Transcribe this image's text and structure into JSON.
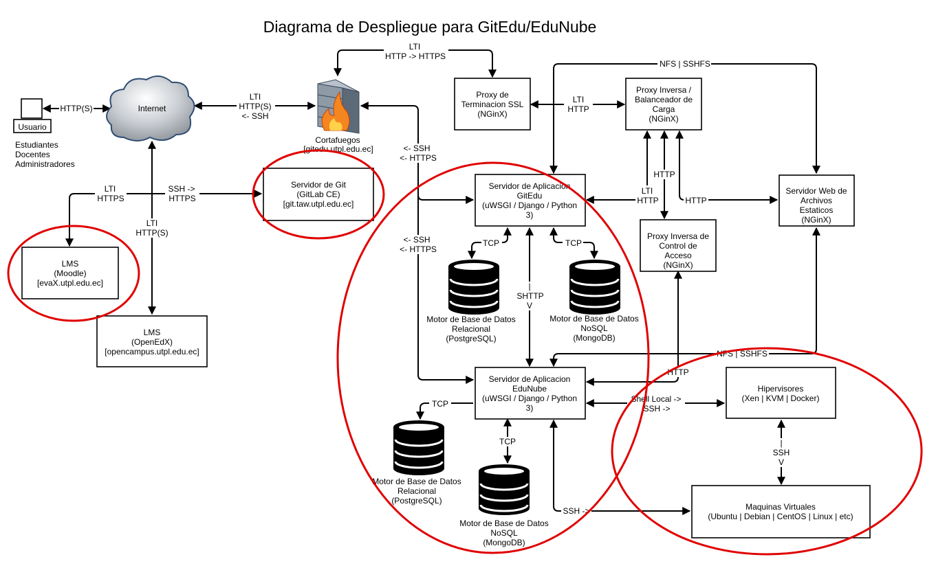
{
  "title": "Diagrama de Despliegue para GitEdu/EduNube",
  "nodes": {
    "usuario": {
      "label": "Usuario",
      "roles": [
        "Estudiantes",
        "Docentes",
        "Administradores"
      ]
    },
    "internet": {
      "label": "Internet"
    },
    "cortafuegos": {
      "lines": [
        "Cortafuegos",
        "[gitedu.utpl.edu.ec]"
      ]
    },
    "proxy_ssl": {
      "lines": [
        "Proxy de",
        "Terminacion SSL",
        "(NGinX)"
      ]
    },
    "proxy_balanceador": {
      "lines": [
        "Proxy Inversa /",
        "Balanceador de",
        "Carga",
        "(NGinX)"
      ]
    },
    "servidor_git": {
      "lines": [
        "Servidor de Git",
        "(GitLab CE)",
        "[git.taw.utpl.edu.ec]"
      ]
    },
    "lms_moodle": {
      "lines": [
        "LMS",
        "(Moodle)",
        "[evaX.utpl.edu.ec]"
      ]
    },
    "lms_openedx": {
      "lines": [
        "LMS",
        "(OpenEdX)",
        "[opencampus.utpl.edu.ec]"
      ]
    },
    "app_gitedu": {
      "lines": [
        "Servidor de Aplicacion",
        "GitEdu",
        "(uWSGI / Django / Python",
        "3)"
      ]
    },
    "app_edunube": {
      "lines": [
        "Servidor de Aplicacion",
        "EduNube",
        "(uWSGI / Django / Python",
        "3)"
      ]
    },
    "web_estaticos": {
      "lines": [
        "Servidor Web de",
        "Archivos",
        "Estaticos",
        "(NGinX)"
      ]
    },
    "proxy_acceso": {
      "lines": [
        "Proxy Inversa de",
        "Control de",
        "Acceso",
        "(NGinX)"
      ]
    },
    "hipervisores": {
      "lines": [
        "Hipervisores",
        "(Xen | KVM | Docker)"
      ]
    },
    "maquinas_virtuales": {
      "lines": [
        "Maquinas Virtuales",
        "(Ubuntu | Debian | CentOS | Linux | etc)"
      ]
    },
    "db_rel_gitedu": {
      "lines": [
        "Motor de Base de Datos",
        "Relacional",
        "(PostgreSQL)"
      ]
    },
    "db_nosql_gitedu": {
      "lines": [
        "Motor de Base de Datos",
        "NoSQL",
        "(MongoDB)"
      ]
    },
    "db_rel_edunube": {
      "lines": [
        "Motor de Base de Datos",
        "Relacional",
        "(PostgreSQL)"
      ]
    },
    "db_nosql_edunube": {
      "lines": [
        "Motor de Base de Datos",
        "NoSQL",
        "(MongoDB)"
      ]
    }
  },
  "edge_labels": {
    "usuario_internet": [
      "HTTP(S)"
    ],
    "internet_cortafuegos": [
      "LTI",
      "HTTP(S)",
      "<- SSH"
    ],
    "cortafuegos_proxy_ssl": [
      "LTI",
      "HTTP -> HTTPS"
    ],
    "proxy_ssl_balanceador": [
      "LTI",
      "HTTP"
    ],
    "nfs_top": [
      "NFS | SSHFS"
    ],
    "internet_lms": [
      "LTI",
      "HTTPS"
    ],
    "internet_git": [
      "SSH ->",
      "HTTPS"
    ],
    "internet_openedx": [
      "LTI",
      "HTTP(S)"
    ],
    "cortafuegos_gitedu": [
      "<- SSH",
      "<- HTTPS"
    ],
    "cortafuegos_edunube": [
      "<- SSH",
      "<- HTTPS"
    ],
    "balanceador_gitedu": [
      "LTI",
      "HTTP"
    ],
    "balanceador_acceso": [
      "HTTP"
    ],
    "balanceador_estaticos": [
      "HTTP"
    ],
    "gitedu_db_rel": [
      "TCP"
    ],
    "gitedu_db_nosql": [
      "TCP"
    ],
    "gitedu_edunube": [
      "|",
      "SHTTP",
      "V"
    ],
    "nfs_bottom": [
      "NFS | SSHFS"
    ],
    "acceso_edunube": [
      "HTTP"
    ],
    "edunube_hipervisores": [
      "Shell Local ->",
      "SSH ->"
    ],
    "edunube_db_rel": [
      "TCP"
    ],
    "edunube_db_nosql": [
      "TCP"
    ],
    "hipervisores_vm": [
      "|",
      "SSH",
      "V"
    ],
    "edunube_vm": [
      "SSH ->"
    ]
  },
  "colors": {
    "highlight": "#e00000",
    "line": "#000000",
    "box_fill": "#ffffff"
  }
}
